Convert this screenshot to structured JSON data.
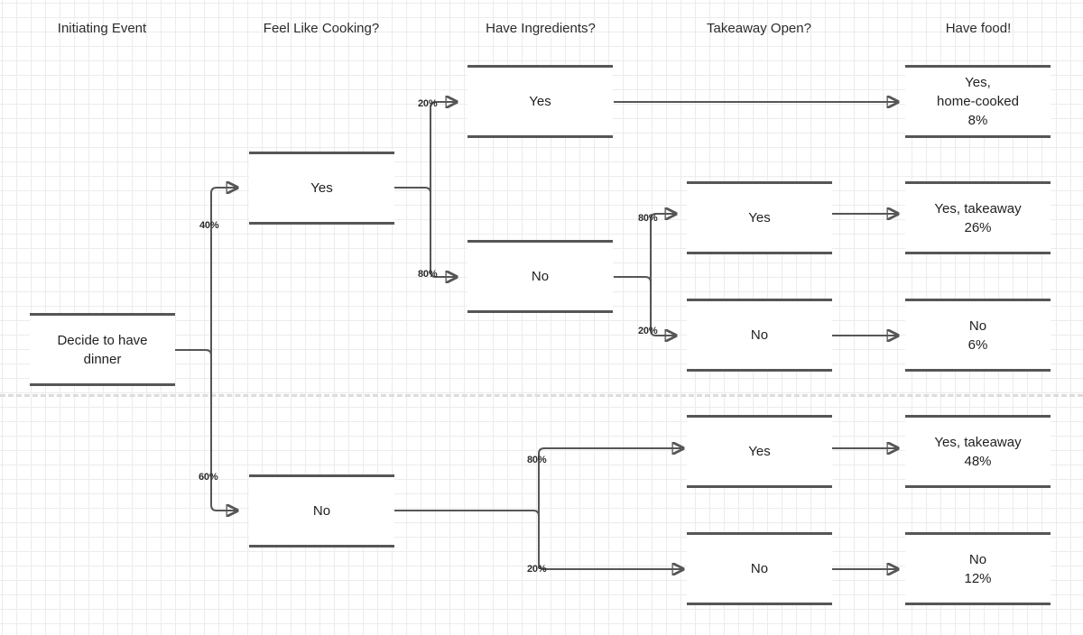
{
  "diagram": {
    "title": "Decide to have dinner decision tree",
    "line_color": "#565656",
    "text_color": "#1f1f1f",
    "grid_minor_color": "#ececec",
    "grid_major_color": "#d6d6d6",
    "page_break_color": "#dcdcdc"
  },
  "columns": [
    {
      "label": "Initiating Event"
    },
    {
      "label": "Feel Like Cooking?"
    },
    {
      "label": "Have Ingredients?"
    },
    {
      "label": "Takeaway Open?"
    },
    {
      "label": "Have food!"
    }
  ],
  "nodes": {
    "root": {
      "label": "Decide to have\ndinner"
    },
    "cook_yes": {
      "label": "Yes"
    },
    "cook_no": {
      "label": "No"
    },
    "ing_yes": {
      "label": "Yes"
    },
    "ing_no": {
      "label": "No"
    },
    "takeaway_top_yes": {
      "label": "Yes"
    },
    "takeaway_top_no": {
      "label": "No"
    },
    "takeaway_bot_yes": {
      "label": "Yes"
    },
    "takeaway_bot_no": {
      "label": "No"
    },
    "out_home_cooked": {
      "label": "Yes,\nhome-cooked\n8%"
    },
    "out_takeaway_26": {
      "label": "Yes, takeaway\n26%"
    },
    "out_no_6": {
      "label": "No\n6%"
    },
    "out_takeaway_48": {
      "label": "Yes, takeaway\n48%"
    },
    "out_no_12": {
      "label": "No\n12%"
    }
  },
  "edge_labels": {
    "cook_yes": "40%",
    "cook_no": "60%",
    "ing_yes": "20%",
    "ing_no": "80%",
    "takeaway_top_yes": "80%",
    "takeaway_top_no": "20%",
    "takeaway_bot_yes": "80%",
    "takeaway_bot_no": "20%"
  },
  "chart_data": {
    "type": "tree",
    "title": "Decide to have dinner",
    "stages": [
      "Initiating Event",
      "Feel Like Cooking?",
      "Have Ingredients?",
      "Takeaway Open?",
      "Have food!"
    ],
    "paths": [
      {
        "branches": [
          "Decide to have dinner",
          "Yes",
          "Yes"
        ],
        "probabilities": [
          0.4,
          0.2
        ],
        "outcome": "Yes, home-cooked",
        "outcome_percent": "8%"
      },
      {
        "branches": [
          "Decide to have dinner",
          "Yes",
          "No",
          "Yes"
        ],
        "probabilities": [
          0.4,
          0.8,
          0.8
        ],
        "outcome": "Yes, takeaway",
        "outcome_percent": "26%"
      },
      {
        "branches": [
          "Decide to have dinner",
          "Yes",
          "No",
          "No"
        ],
        "probabilities": [
          0.4,
          0.8,
          0.2
        ],
        "outcome": "No",
        "outcome_percent": "6%"
      },
      {
        "branches": [
          "Decide to have dinner",
          "No",
          "Yes"
        ],
        "probabilities": [
          0.6,
          0.8
        ],
        "outcome": "Yes, takeaway",
        "outcome_percent": "48%"
      },
      {
        "branches": [
          "Decide to have dinner",
          "No",
          "No"
        ],
        "probabilities": [
          0.6,
          0.2
        ],
        "outcome": "No",
        "outcome_percent": "12%"
      }
    ]
  }
}
